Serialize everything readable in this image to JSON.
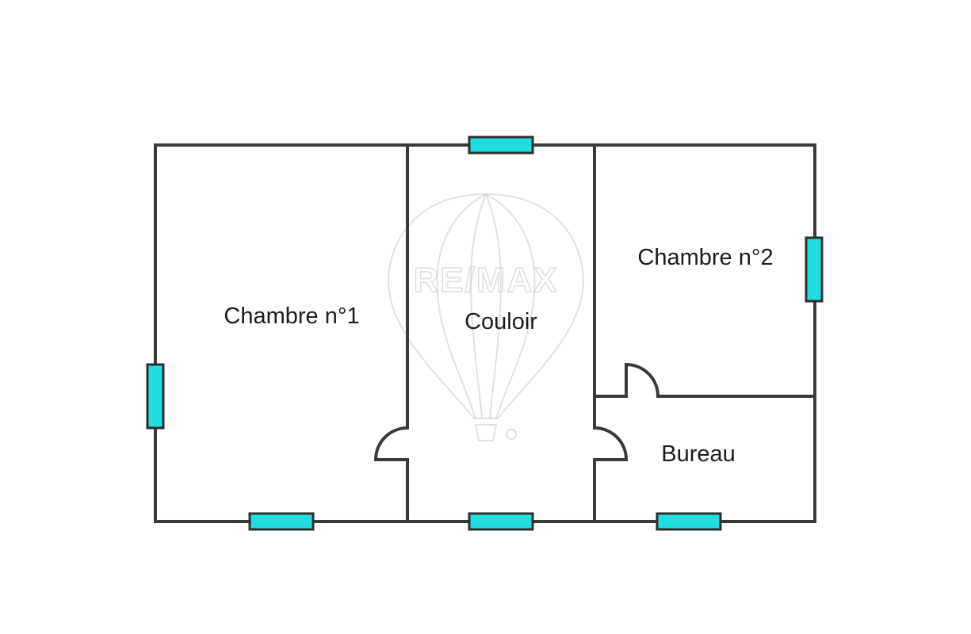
{
  "plan": {
    "rooms": [
      {
        "id": "chambre-1",
        "label": "Chambre n°1"
      },
      {
        "id": "couloir",
        "label": "Couloir"
      },
      {
        "id": "chambre-2",
        "label": "Chambre n°2"
      },
      {
        "id": "bureau",
        "label": "Bureau"
      }
    ]
  },
  "watermark": {
    "brand": "RE/MAX",
    "icon": "hot-air-balloon-logo"
  },
  "colors": {
    "wall": "#3a3a3a",
    "window": "#22dde0"
  }
}
